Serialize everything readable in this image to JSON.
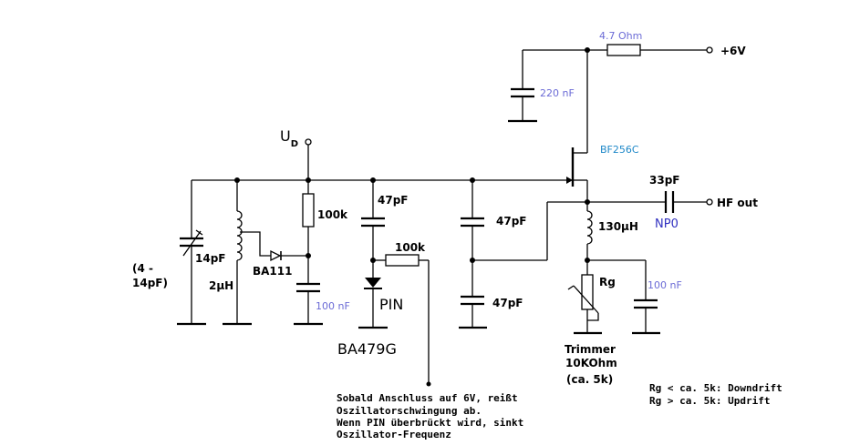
{
  "labels": {
    "r_drain": "4.7  Ohm",
    "v_supply": "+6V",
    "c_drain": "220 nF",
    "fet": "BF256C",
    "ud_main": "U",
    "ud_sub": "D",
    "c_out": "33pF",
    "hf_out": "HF out",
    "c_out_type": "NP0",
    "l_drain": "130µH",
    "rg": "Rg",
    "c_source_bypass": "100 nF",
    "r_bias": "100k",
    "c_gate": "47pF",
    "r_pin": "100k",
    "c_div_top": "47pF",
    "c_div_bottom": "47pF",
    "c_trim": "14pF",
    "c_trim_range_1": "(4 -",
    "c_trim_range_2": "14pF)",
    "l_tank": "2µH",
    "d_varactor": "BA111",
    "c_bias_bypass": "100 nF",
    "pin_label": "PIN",
    "pin_part": "BA479G",
    "trimmer_1": "Trimmer",
    "trimmer_2": "10KOhm",
    "trimmer_3": "(ca. 5k)",
    "drift_1": "Rg < ca. 5k: Downdrift",
    "drift_2": "Rg > ca. 5k: Updrift"
  },
  "note": [
    "Sobald Anschluss auf 6V, reißt",
    "Oszillatorschwingung ab.",
    "Wenn PIN überbrückt wird, sinkt",
    "Oszillator-Frequenz"
  ]
}
